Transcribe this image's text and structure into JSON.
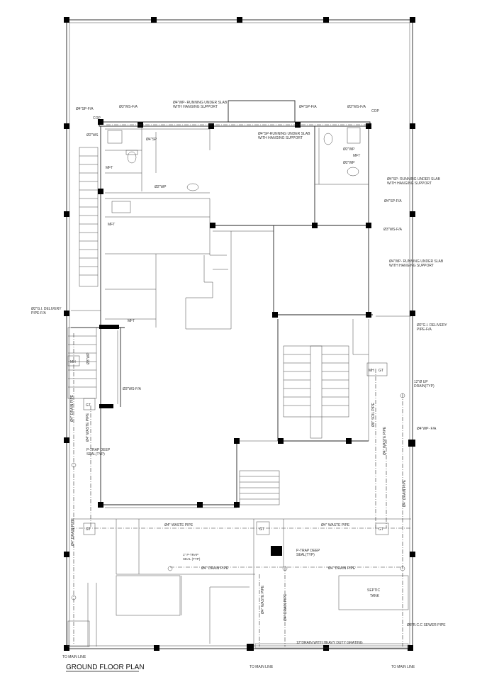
{
  "title": "GROUND FLOOR PLAN",
  "labels": {
    "sp_fa_top_left": "Ø4\"SP-F/A",
    "ws_fa_top": "Ø3\"WS-F/A",
    "wp_running_1": "Ø4\"WP- RUNNING UNDER SLAB",
    "wp_running_1b": "WITH HANGING SUPPORT",
    "sp_fa_top_mid": "Ø4\"SP-F/A",
    "ws_fa_top_right": "Ø3\"WS-F/A",
    "cop_left": "COP",
    "cop_right": "COP",
    "sp_running_center": "Ø4\"SP-RUNNING UNDER SLAB",
    "sp_running_center_b": "WITH HANGING SUPPORT",
    "ws_left_1": "Ø2\"WS",
    "sp_left": "Ø4\"SP",
    "mft_1": "MFT",
    "wp_left": "Ø2\"WP",
    "wp_right_1": "Ø2\"WP",
    "mft_2": "MFT",
    "wp_right_2": "Ø2\"WP",
    "sp_running_right": "Ø4\"SP- RUNNING UNDER SLAB",
    "sp_running_right_b": "WITH HANGING SUPPORT",
    "sp_fa_right": "Ø4\"SP-F/A",
    "ws_fa_right": "Ø3\"WS-F/A",
    "mft_3": "MFT",
    "wp_running_right": "Ø4\"WP- RUNNING UNDER SLAB",
    "wp_running_right_b": "WITH HANGING SUPPORT",
    "gi_delivery_left": "Ø2\"G.I. DELIVERY",
    "gi_delivery_left_b": "PIPE-F/A",
    "mft_4": "MFT",
    "gi_delivery_right": "Ø2\"G.I. DELIVERY",
    "gi_delivery_right_b": "PIPE-F/A",
    "mh_left": "MH",
    "mh_right": "MH",
    "gt_mid_right": "GT",
    "wp_vertical": "Ø3\"WP",
    "ws_fa_mid": "Ø3\"WS-F/A",
    "up_drain": "12\"Ø UP",
    "up_drain_b": "DRAIN(TYP)",
    "gt_left_mid": "GT",
    "drain_pipe_left": "Ø4\" DRAIN PIPE",
    "waste_pipe_left": "Ø4\" WASTE PIPE",
    "soil_pipe": "Ø8\" SOIL PIPE",
    "waste_pipe_right": "Ø4\" WASTE PIPE",
    "wp_fa_right": "Ø4\"WP- F/A",
    "ptrap_left": "P-TRAP DEEP",
    "ptrap_left_b": "SEAL(TYP)",
    "drain_pipe_right": "Ø4\" DRAIN PIPE",
    "drain_pipe_left_2": "Ø4\" DRAIN PIPE",
    "gt_row_1": "GT",
    "waste_pipe_row_1": "Ø4\" WASTE PIPE",
    "gt_row_2": "GT",
    "waste_pipe_row_2": "Ø4\" WASTE PIPE",
    "gt_row_3": "GT",
    "trap_small": "1\" P-TRAP",
    "trap_small_b": "SEAL (TYP)",
    "ptrap_mid": "P-TRAP DEEP",
    "ptrap_mid_b": "SEAL(TYP)",
    "drain_pipe_h1": "Ø4\" DRAIN PIPE",
    "drain_pipe_h2": "Ø4\" DRAIN PIPE",
    "waste_pipe_v": "Ø4\" WASTE PIPE",
    "drain_pipe_v": "Ø4\" DRAIN PIPE",
    "septic": "SEPTIC",
    "tank": "TANK",
    "rcc_sewer": "Ø8\"R.C.C SEWER PIPE",
    "drain_grating": "12\"DRAIN WITH HEAVY DUTY GRATING",
    "to_main_left": "TO MAIN LINE",
    "to_main_mid": "TO MAIN LINE",
    "to_main_right": "TO MAIN LINE"
  }
}
